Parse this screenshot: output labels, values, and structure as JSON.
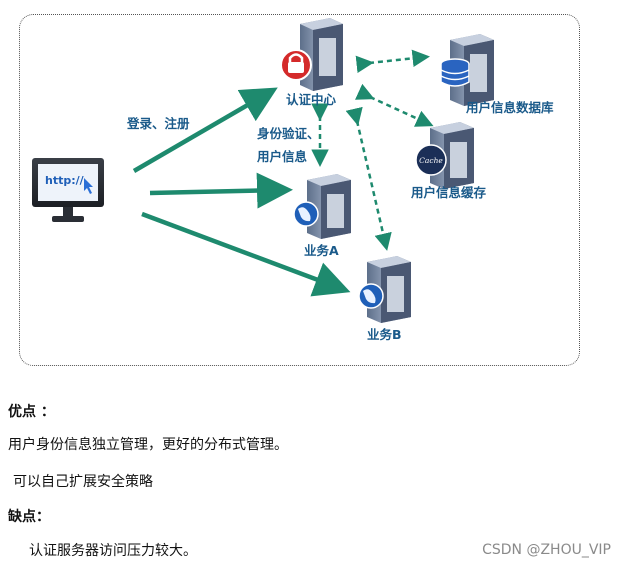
{
  "diagram": {
    "nodes": {
      "auth_center": "认证中心",
      "user_db": "用户信息数据库",
      "user_cache": "用户信息缓存",
      "service_a": "业务A",
      "service_b": "业务B",
      "client_url": "http://",
      "cache_badge": "Cache"
    },
    "edge_labels": {
      "login_register": "登录、注册",
      "identity_verify_line1": "身份验证、",
      "identity_verify_line2": "用户信息"
    },
    "colors": {
      "arrow": "#1e8a6e",
      "label_text": "#1a5a8a",
      "lock": "#d42a2a",
      "globe": "#1f5fb8"
    }
  },
  "notes": {
    "pros_heading": "优点 ：",
    "pros_item1": "用户身份信息独立管理，更好的分布式管理。",
    "pros_item2": "可以自己扩展安全策略",
    "cons_heading": "缺点：",
    "cons_item1": "认证服务器访问压力较大。"
  },
  "watermark": "CSDN @ZHOU_VIP"
}
